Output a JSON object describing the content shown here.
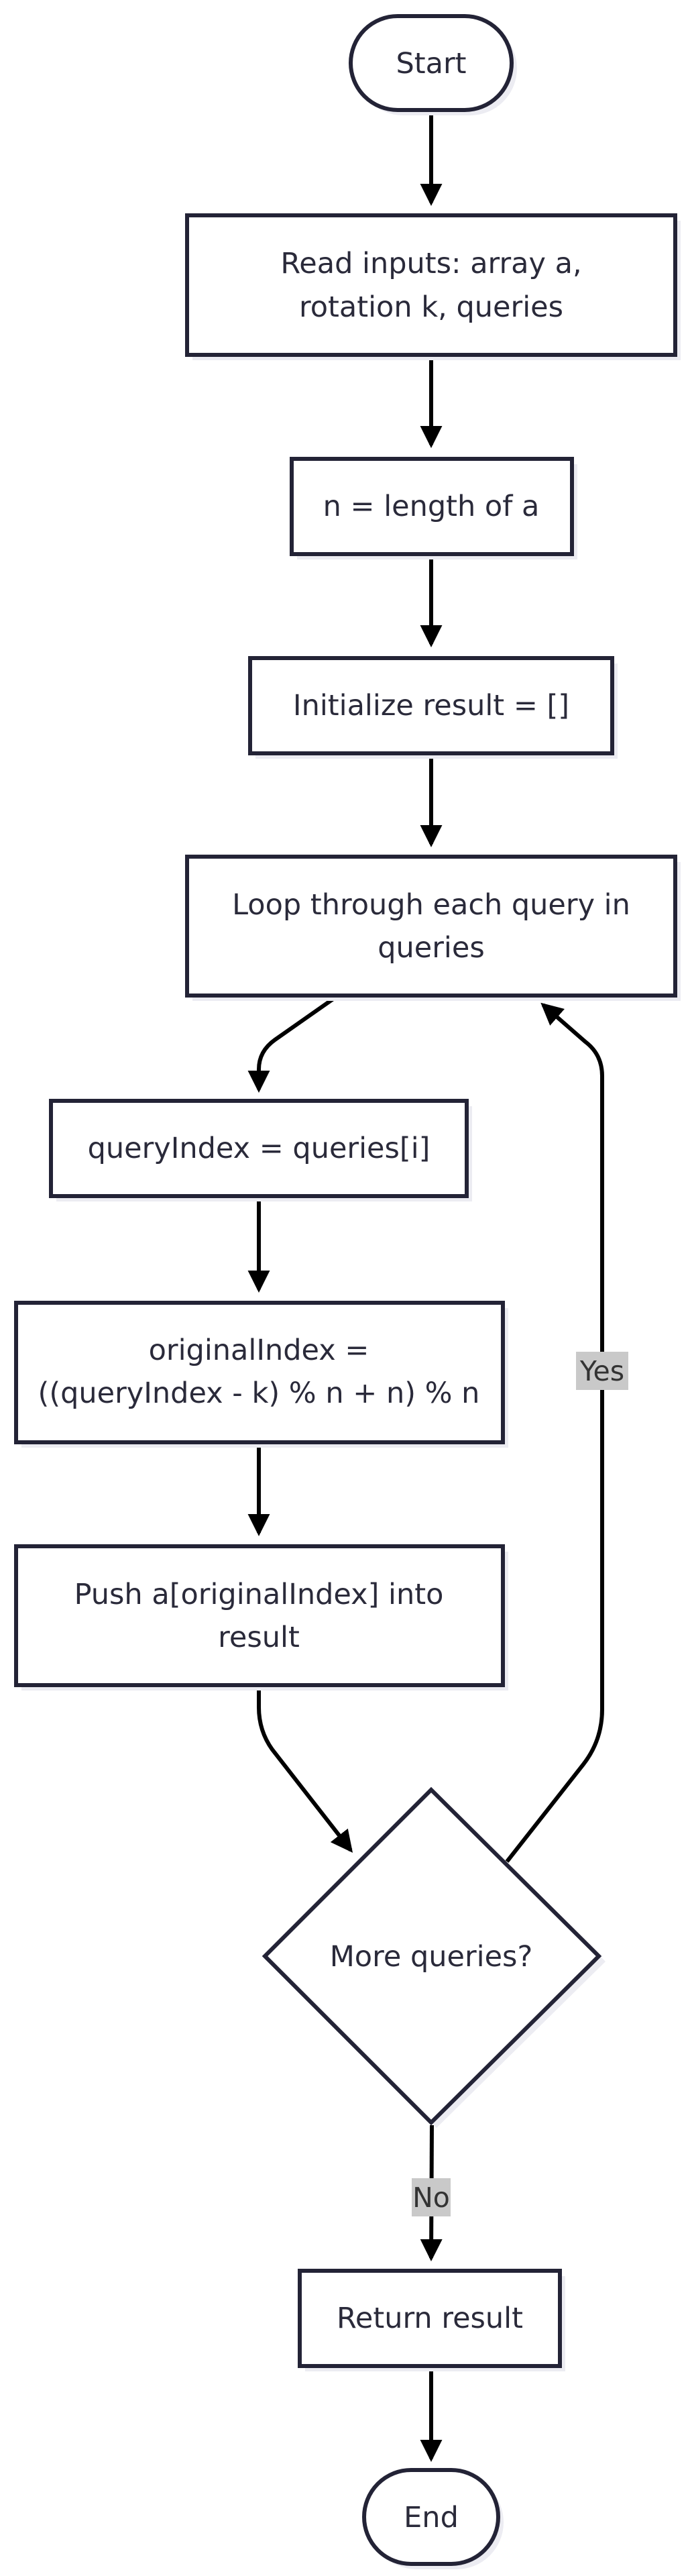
{
  "nodes": {
    "start": {
      "lines": [
        "Start"
      ]
    },
    "read_inputs": {
      "lines": [
        "Read inputs: array a,",
        "rotation k, queries"
      ]
    },
    "n_length": {
      "lines": [
        "n = length of a"
      ]
    },
    "init_result": {
      "lines": [
        "Initialize result = []"
      ]
    },
    "loop": {
      "lines": [
        "Loop through each query in",
        "queries"
      ]
    },
    "query_index": {
      "lines": [
        "queryIndex = queries[i]"
      ]
    },
    "original_index": {
      "lines": [
        "originalIndex =",
        "((queryIndex - k) % n + n) % n"
      ]
    },
    "push": {
      "lines": [
        "Push a[originalIndex] into",
        "result"
      ]
    },
    "decision": {
      "lines": [
        "More queries?"
      ]
    },
    "return_result": {
      "lines": [
        "Return result"
      ]
    },
    "end": {
      "lines": [
        "End"
      ]
    }
  },
  "edge_labels": {
    "yes": "Yes",
    "no": "No"
  }
}
